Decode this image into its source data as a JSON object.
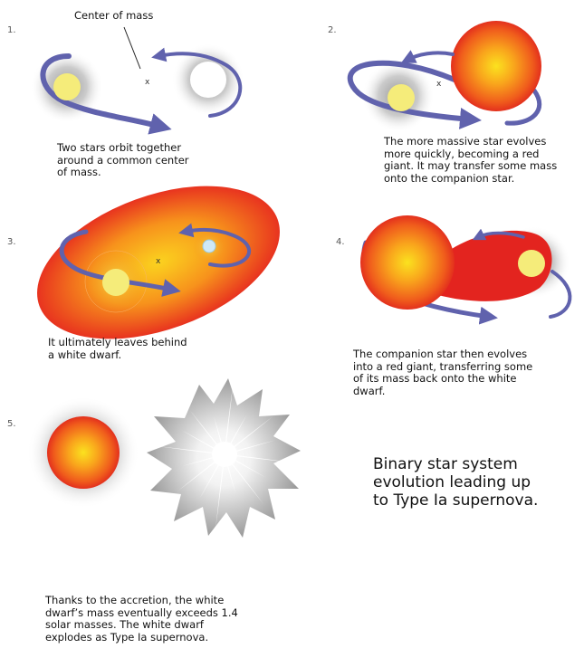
{
  "colors": {
    "orbit_arrow": "#6062ad",
    "star_yellow": "#f5ec7a",
    "red_giant_outer": "#e8331f",
    "red_giant_mid": "#f7821c",
    "red_giant_core": "#fbd21f",
    "white_dwarf": "#ffffff",
    "white_dwarf_blue": "#cfe9f6",
    "halo_gray": "#9a9a9a"
  },
  "center_of_mass_label": "Center of mass",
  "center_mark": "x",
  "panels": [
    {
      "number": "1.",
      "caption": "Two stars orbit together\naround a common center\nof mass."
    },
    {
      "number": "2.",
      "caption": "The more massive star evolves\nmore quickly, becoming a red\ngiant. It may transfer some mass\nonto the companion star."
    },
    {
      "number": "3.",
      "caption": "It ultimately leaves behind\na white dwarf."
    },
    {
      "number": "4.",
      "caption": "The companion star then evolves\ninto a red giant, transferring some\nof its mass back onto the white\ndwarf."
    },
    {
      "number": "5.",
      "caption": "Thanks to the accretion, the white\ndwarf’s mass eventually exceeds 1.4\nsolar masses. The white dwarf\nexplodes as Type Ia supernova."
    }
  ],
  "title": "Binary star system\nevolution leading up\nto Type Ia supernova."
}
